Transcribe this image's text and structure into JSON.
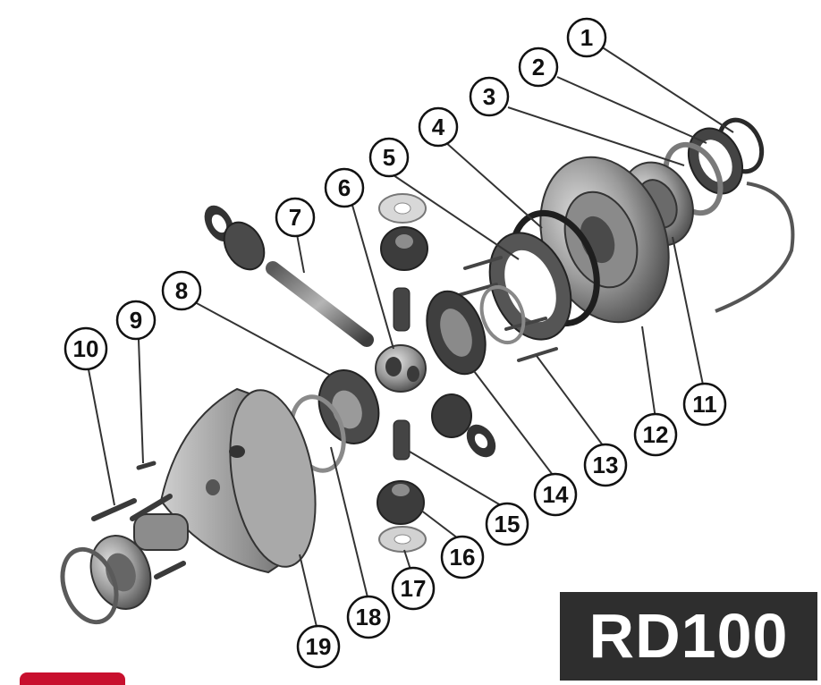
{
  "callouts": [
    {
      "id": "1",
      "label": "1"
    },
    {
      "id": "2",
      "label": "2"
    },
    {
      "id": "3",
      "label": "3"
    },
    {
      "id": "4",
      "label": "4"
    },
    {
      "id": "5",
      "label": "5"
    },
    {
      "id": "6",
      "label": "6"
    },
    {
      "id": "7",
      "label": "7"
    },
    {
      "id": "8",
      "label": "8"
    },
    {
      "id": "9",
      "label": "9"
    },
    {
      "id": "10",
      "label": "10"
    },
    {
      "id": "11",
      "label": "11"
    },
    {
      "id": "12",
      "label": "12"
    },
    {
      "id": "13",
      "label": "13"
    },
    {
      "id": "14",
      "label": "14"
    },
    {
      "id": "15",
      "label": "15"
    },
    {
      "id": "16",
      "label": "16"
    },
    {
      "id": "17",
      "label": "17"
    },
    {
      "id": "18",
      "label": "18"
    },
    {
      "id": "19",
      "label": "19"
    }
  ],
  "model_badge": {
    "text": "RD100"
  },
  "colors": {
    "badge_bg": "#2e2e2e",
    "badge_text": "#ffffff",
    "part_dark": "#3a3a3a",
    "part_mid": "#7a7a7a",
    "part_light": "#c9c9c9",
    "accent_tab": "#c8102e"
  }
}
